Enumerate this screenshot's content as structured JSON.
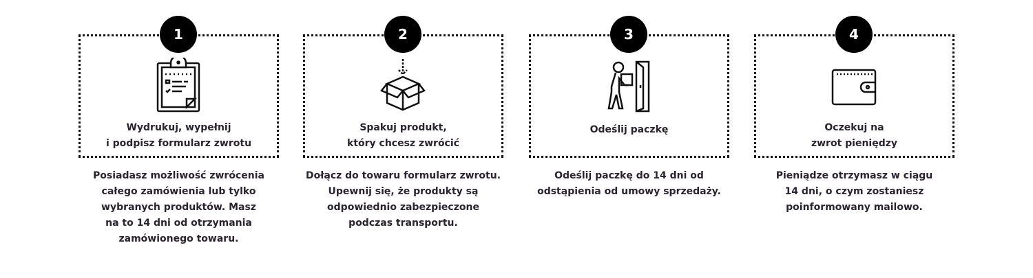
{
  "steps": [
    {
      "number": "1",
      "icon": "clipboard-icon",
      "title": "Wydrukuj, wypełnij\ni podpisz formularz zwrotu",
      "description": "Posiadasz możliwość zwrócenia\ncałego zamówienia lub tylko\nwybranych produktów. Masz\nna to 14 dni od otrzymania\nzamówionego towaru."
    },
    {
      "number": "2",
      "icon": "box-icon",
      "title": "Spakuj produkt,\nktóry chcesz zwrócić",
      "description": "Dołącz do towaru formularz zwrotu.\nUpewnij się, że produkty są\nodpowiednio zabezpieczone\npodczas transportu."
    },
    {
      "number": "3",
      "icon": "courier-door-icon",
      "title": "Odeślij paczkę",
      "description": "Odeślij paczkę do 14 dni od\nodstąpienia od umowy sprzedaży."
    },
    {
      "number": "4",
      "icon": "wallet-icon",
      "title": "Oczekuj na\nzwrot pieniędzy",
      "description": "Pieniądze otrzymasz w ciągu\n14 dni, o czym zostaniesz\npoinformowany mailowo."
    }
  ]
}
